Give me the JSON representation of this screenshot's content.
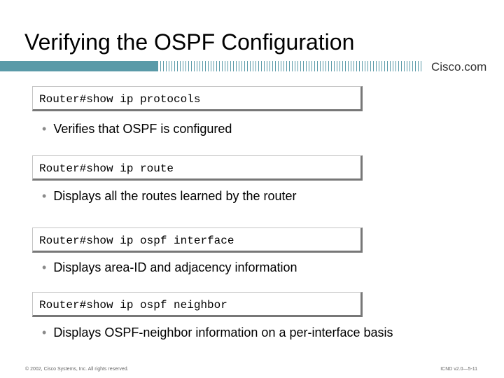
{
  "slide": {
    "title": "Verifying the OSPF Configuration",
    "brand": "Cisco.com"
  },
  "commands": [
    {
      "command": "Router#show ip protocols",
      "bullet": "Verifies that OSPF is configured"
    },
    {
      "command": "Router#show ip route",
      "bullet": "Displays all the routes learned by the router"
    },
    {
      "command": "Router#show ip ospf interface",
      "bullet": "Displays area-ID and adjacency information"
    },
    {
      "command": "Router#show ip ospf neighbor",
      "bullet": "Displays OSPF-neighbor information on a per-interface basis"
    }
  ],
  "footer": {
    "copyright": "© 2002, Cisco Systems, Inc. All rights reserved.",
    "slide_ref": "ICND v2.0—5-11"
  },
  "colors": {
    "header_bar": "#5a9aa8"
  }
}
